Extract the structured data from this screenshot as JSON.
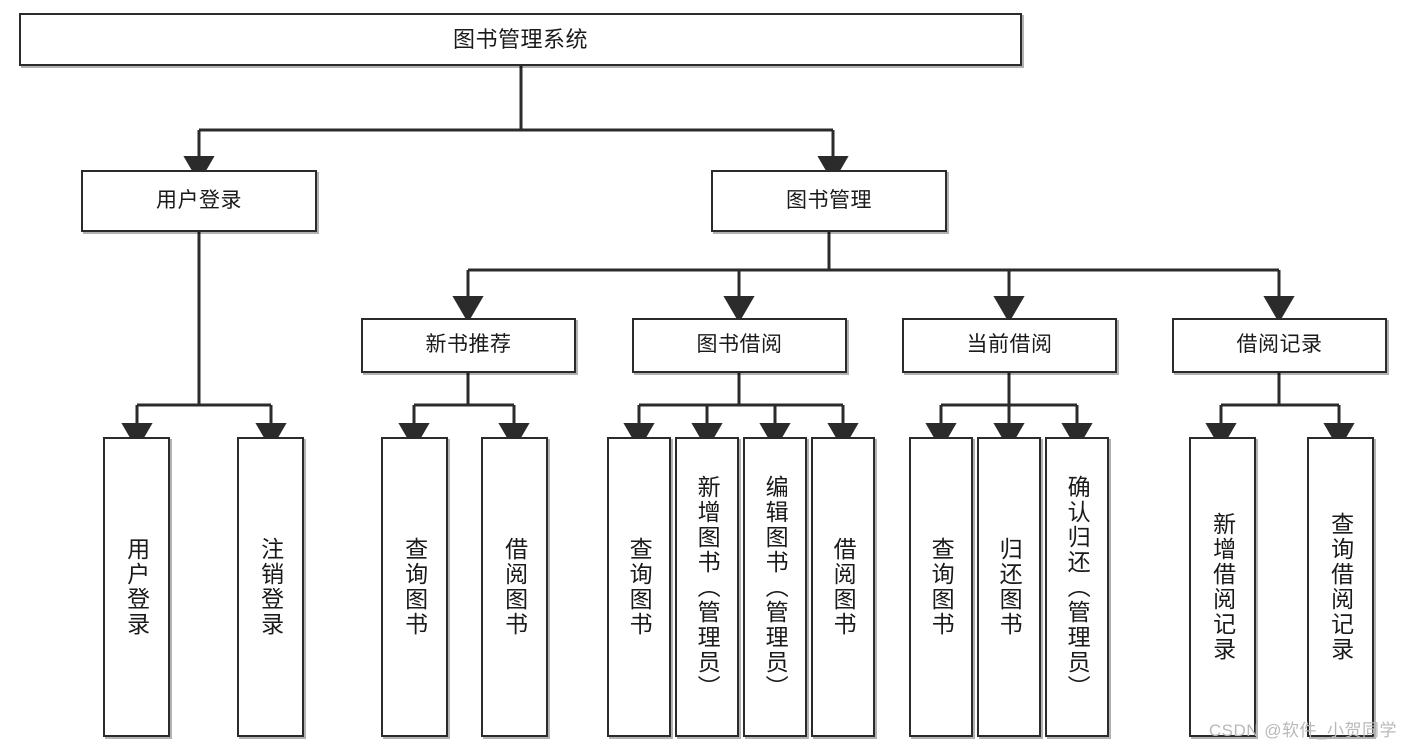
{
  "diagram": {
    "title": "图书管理系统",
    "type": "tree-hierarchy-diagram",
    "colors": {
      "box_border": "#2b2b2b",
      "box_fill": "#ffffff",
      "line": "#2b2b2b",
      "text": "#1a1a1a",
      "watermark": "#b9b9b9",
      "background": "#ffffff"
    }
  },
  "watermark": {
    "text": "CSDN @软件_小贺同学"
  },
  "nodes": {
    "root": {
      "label": "图书管理系统"
    },
    "level2": [
      {
        "label": "用户登录"
      },
      {
        "label": "图书管理"
      }
    ],
    "level3": [
      {
        "label": "新书推荐"
      },
      {
        "label": "图书借阅"
      },
      {
        "label": "当前借阅"
      },
      {
        "label": "借阅记录"
      }
    ],
    "leaves": {
      "user_login": [
        {
          "label": "用户登录"
        },
        {
          "label": "注销登录"
        }
      ],
      "new_book_recommend": [
        {
          "label": "查询图书"
        },
        {
          "label": "借阅图书"
        }
      ],
      "book_borrow": [
        {
          "label": "查询图书"
        },
        {
          "label": "新增图书（管理员）"
        },
        {
          "label": "编辑图书（管理员）"
        },
        {
          "label": "借阅图书"
        }
      ],
      "current_borrow": [
        {
          "label": "查询图书"
        },
        {
          "label": "归还图书"
        },
        {
          "label": "确认归还（管理员）"
        }
      ],
      "borrow_record": [
        {
          "label": "新增借阅记录"
        },
        {
          "label": "查询借阅记录"
        }
      ]
    }
  }
}
